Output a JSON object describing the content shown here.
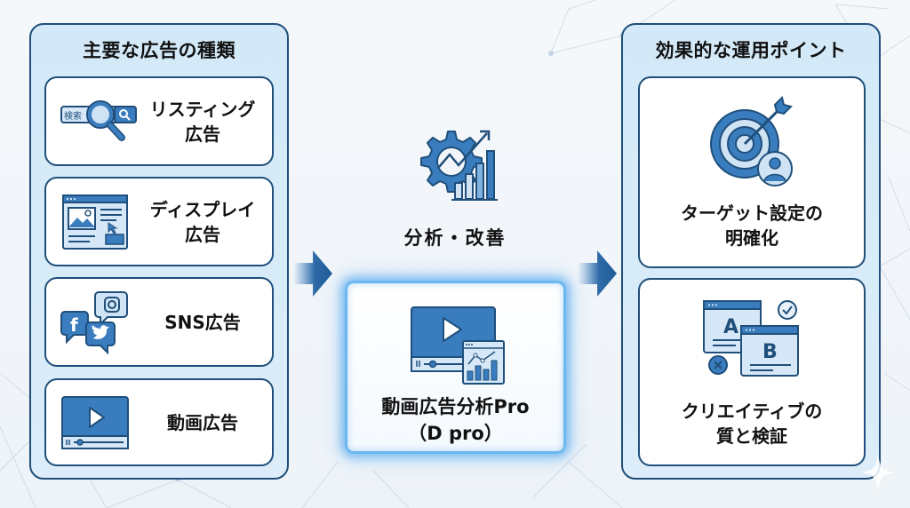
{
  "colors": {
    "dark_navy": "#1f4f7a",
    "icon_blue": "#3a7dbf",
    "icon_light": "#cfe3f5",
    "panel_bg": "#d3e9f8",
    "glow": "#6cb8ee"
  },
  "left_panel": {
    "title": "主要な広告の種類",
    "items": [
      {
        "icon": "search-ad-icon",
        "label_line1": "リスティング",
        "label_line2": "広告",
        "icon_text": "検索"
      },
      {
        "icon": "display-ad-icon",
        "label_line1": "ディスプレイ",
        "label_line2": "広告"
      },
      {
        "icon": "social-media-icon",
        "label_line1": "SNS広告"
      },
      {
        "icon": "video-player-icon",
        "label_line1": "動画広告"
      }
    ]
  },
  "center": {
    "analysis_icon": "gear-chart-icon",
    "analysis_label": "分析・改善",
    "product": {
      "icon": "video-analytics-icon",
      "label_line1": "動画広告分析Pro",
      "label_line2": "（D pro）"
    },
    "arrows": [
      "arrow-right-icon",
      "arrow-right-icon"
    ]
  },
  "right_panel": {
    "title": "効果的な運用ポイント",
    "items": [
      {
        "icon": "target-user-icon",
        "label_line1": "ターゲット設定の",
        "label_line2": "明確化"
      },
      {
        "icon": "ab-test-icon",
        "label_line1": "クリエイティブの",
        "label_line2": "質と検証",
        "icon_text_a": "A",
        "icon_text_b": "B"
      }
    ]
  }
}
